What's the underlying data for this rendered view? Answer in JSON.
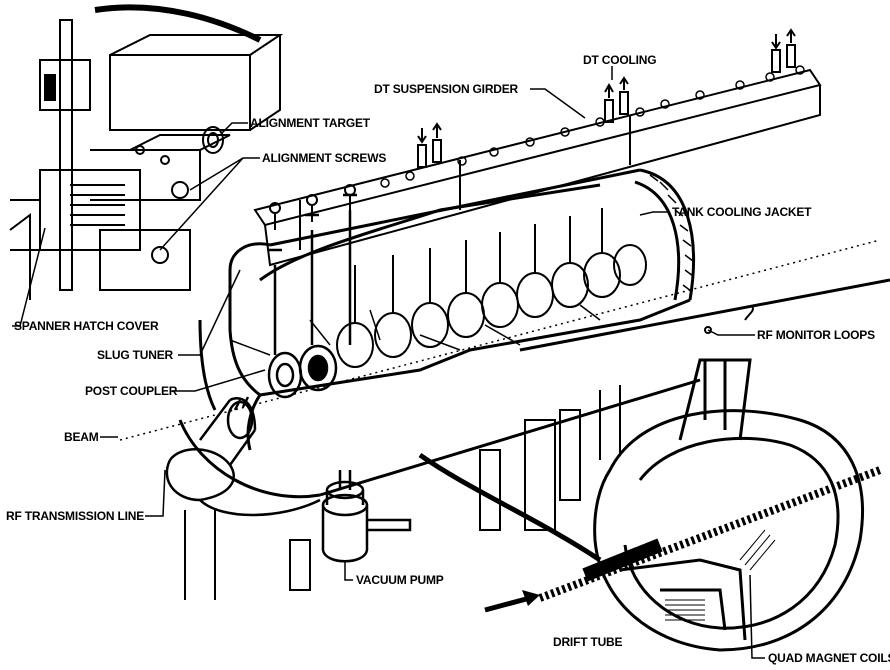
{
  "labels": {
    "dt_cooling": "DT COOLING",
    "dt_suspension_girder": "DT SUSPENSION GIRDER",
    "alignment_target": "ALIGNMENT TARGET",
    "alignment_screws": "ALIGNMENT SCREWS",
    "tank_cooling_jacket": "TANK COOLING JACKET",
    "spanner_hatch_cover": "SPANNER HATCH COVER",
    "slug_tuner": "SLUG TUNER",
    "rf_monitor_loops": "RF MONITOR LOOPS",
    "post_coupler": "POST COUPLER",
    "beam": "BEAM",
    "rf_transmission_line": "RF TRANSMISSION LINE",
    "vacuum_pump": "VACUUM PUMP",
    "drift_tube": "DRIFT TUBE",
    "quad_magnet_coils": "QUAD MAGNET COILS"
  },
  "colors": {
    "ink": "#000000",
    "paper": "#ffffff"
  }
}
